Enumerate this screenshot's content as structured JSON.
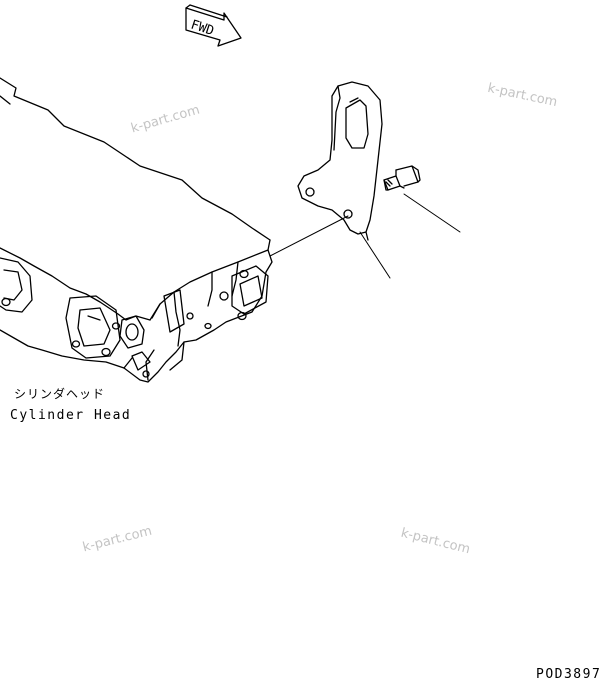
{
  "diagram": {
    "fwd_badge": "FWD",
    "part_label_jp": "シリンダヘッド",
    "part_label_en": "Cylinder Head",
    "drawing_code": "POD3897"
  },
  "watermarks": [
    "k-part.com",
    "k-part.com",
    "k-part.com",
    "k-part.com"
  ],
  "colors": {
    "line": "#000000",
    "watermark": "#c4c4c4",
    "background": "#ffffff"
  }
}
